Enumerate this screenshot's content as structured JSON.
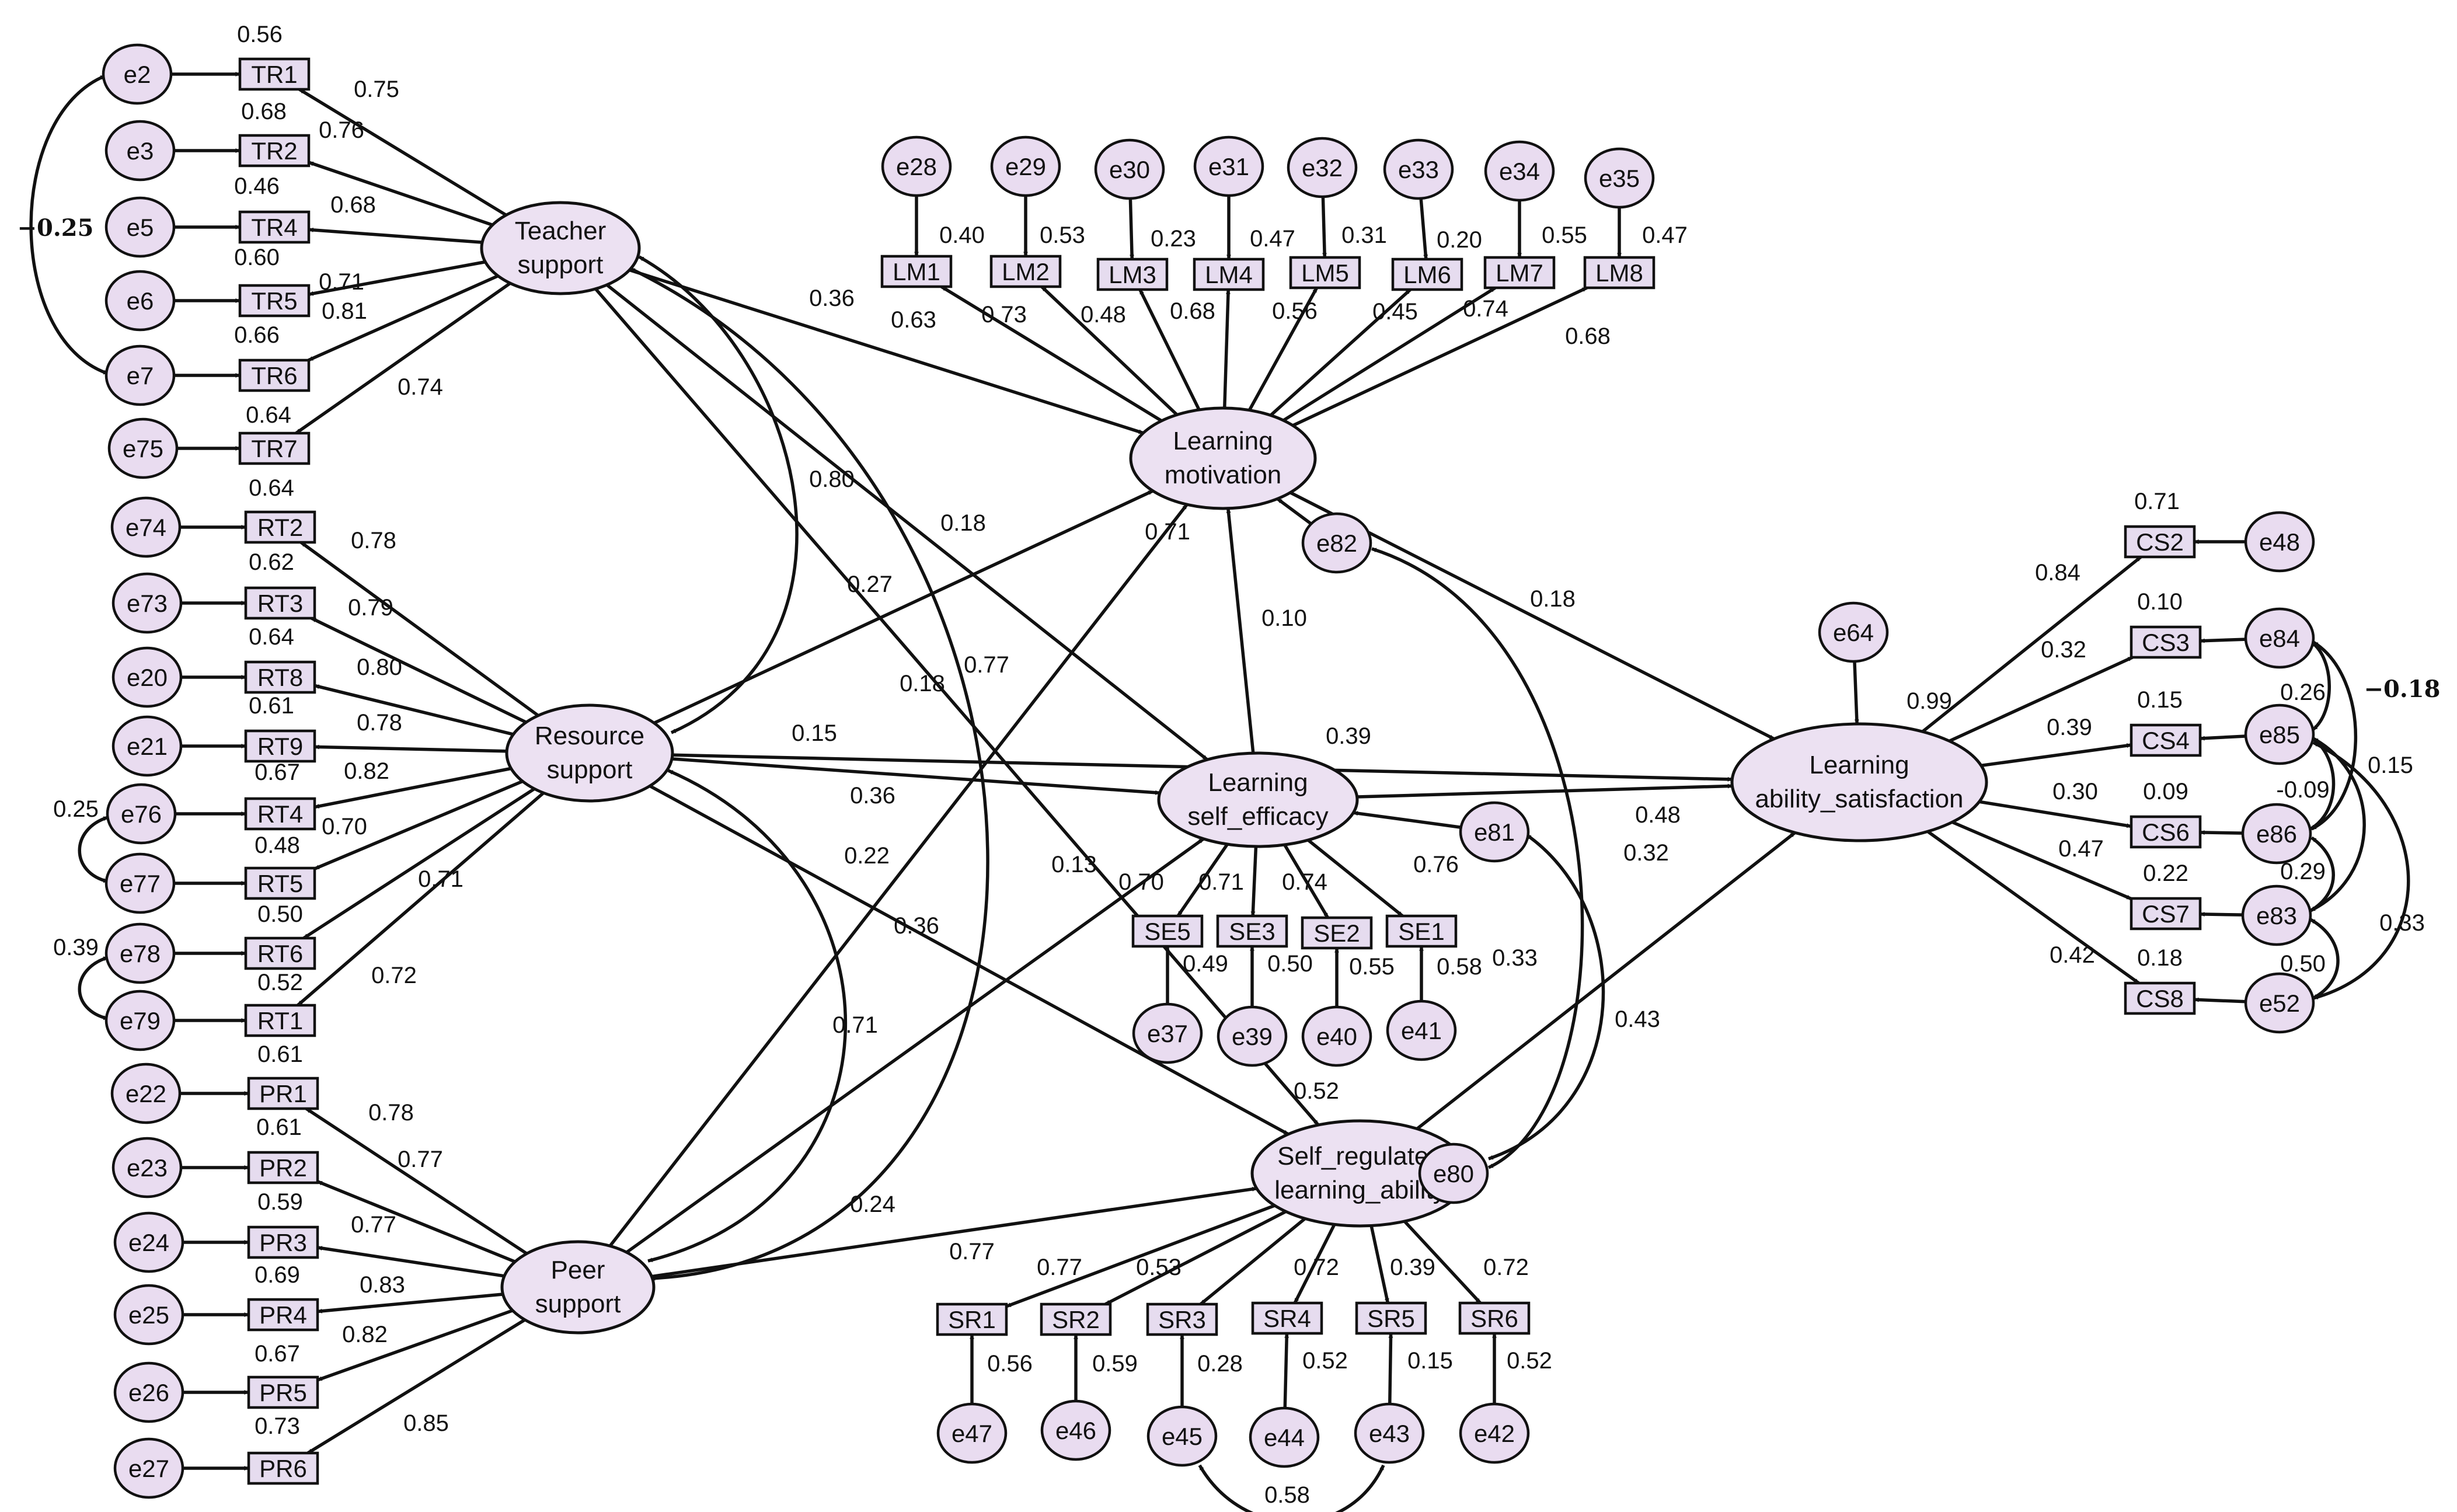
{
  "latents": [
    {
      "id": "TS",
      "name": "Teacher support",
      "lines": [
        "Teacher",
        "support"
      ]
    },
    {
      "id": "RS",
      "name": "Resource support",
      "lines": [
        "Resource",
        "support"
      ]
    },
    {
      "id": "PS",
      "name": "Peer support",
      "lines": [
        "Peer",
        "support"
      ]
    },
    {
      "id": "LM",
      "name": "Learning motivation",
      "lines": [
        "Learning",
        "motivation"
      ]
    },
    {
      "id": "SE",
      "name": "Learning self efficacy",
      "lines": [
        "Learning",
        "self_efficacy"
      ]
    },
    {
      "id": "SR",
      "name": "Self regulated learning ability",
      "lines": [
        "Self_regulated",
        "learning_ability"
      ]
    },
    {
      "id": "LS",
      "name": "Learning ability satisfaction",
      "lines": [
        "Learning",
        "ability_satisfaction"
      ]
    }
  ],
  "observed": [
    {
      "id": "TR1",
      "r2": "0.56",
      "loading": "0.75",
      "error": "e2"
    },
    {
      "id": "TR2",
      "r2": "0.68",
      "loading": "0.76",
      "error": "e3"
    },
    {
      "id": "TR4",
      "r2": "0.46",
      "loading": "0.68",
      "error": "e5"
    },
    {
      "id": "TR5",
      "r2": "0.60",
      "loading": "0.71",
      "error": "e6"
    },
    {
      "id": "TR6",
      "r2": "0.66",
      "loading": "0.81",
      "error": "e7"
    },
    {
      "id": "TR7",
      "r2": "0.64",
      "loading": "0.74",
      "error": "e75"
    },
    {
      "id": "RT2",
      "r2": "0.64",
      "loading": "0.78",
      "error": "e74"
    },
    {
      "id": "RT3",
      "r2": "0.62",
      "loading": "0.79",
      "error": "e73"
    },
    {
      "id": "RT8",
      "r2": "0.64",
      "loading": "0.80",
      "error": "e20"
    },
    {
      "id": "RT9",
      "r2": "0.61",
      "loading": "0.78",
      "error": "e21"
    },
    {
      "id": "RT4",
      "r2": "0.67",
      "loading": "0.82",
      "error": "e76"
    },
    {
      "id": "RT5",
      "r2": "0.48",
      "loading": "0.70",
      "error": "e77"
    },
    {
      "id": "RT6",
      "r2": "0.50",
      "loading": "0.71",
      "error": "e78"
    },
    {
      "id": "RT1",
      "r2": "0.52",
      "loading": "0.72",
      "error": "e79"
    },
    {
      "id": "PR1",
      "r2": "0.61",
      "loading": "0.78",
      "error": "e22"
    },
    {
      "id": "PR2",
      "r2": "0.61",
      "loading": "0.77",
      "error": "e23"
    },
    {
      "id": "PR3",
      "r2": "0.59",
      "loading": "0.77",
      "error": "e24"
    },
    {
      "id": "PR4",
      "r2": "0.69",
      "loading": "0.83",
      "error": "e25"
    },
    {
      "id": "PR5",
      "r2": "0.67",
      "loading": "0.82",
      "error": "e26"
    },
    {
      "id": "PR6",
      "r2": "0.73",
      "loading": "0.85",
      "error": "e27"
    },
    {
      "id": "LM1",
      "r2": "0.40",
      "loading": "0.63",
      "error": "e28"
    },
    {
      "id": "LM2",
      "r2": "0.53",
      "loading": "0.73",
      "error": "e29"
    },
    {
      "id": "LM3",
      "r2": "0.23",
      "loading": "0.48",
      "error": "e30"
    },
    {
      "id": "LM4",
      "r2": "0.47",
      "loading": "0.68",
      "error": "e31"
    },
    {
      "id": "LM5",
      "r2": "0.31",
      "loading": "0.56",
      "error": "e32"
    },
    {
      "id": "LM6",
      "r2": "0.20",
      "loading": "0.45",
      "error": "e33"
    },
    {
      "id": "LM7",
      "r2": "0.55",
      "loading": "0.74",
      "error": "e34"
    },
    {
      "id": "LM8",
      "r2": "0.47",
      "loading": "0.68",
      "error": "e35"
    },
    {
      "id": "SE5",
      "r2": "0.49",
      "loading": "0.70",
      "error": "e37"
    },
    {
      "id": "SE3",
      "r2": "0.50",
      "loading": "0.71",
      "error": "e39"
    },
    {
      "id": "SE2",
      "r2": "0.55",
      "loading": "0.74",
      "error": "e40"
    },
    {
      "id": "SE1",
      "r2": "0.58",
      "loading": "0.76",
      "error": "e41"
    },
    {
      "id": "SR1",
      "r2": "0.56",
      "loading": "0.77",
      "error": "e47"
    },
    {
      "id": "SR2",
      "r2": "0.59",
      "loading": "0.77",
      "error": "e46"
    },
    {
      "id": "SR3",
      "r2": "0.28",
      "loading": "0.53",
      "error": "e45"
    },
    {
      "id": "SR4",
      "r2": "0.52",
      "loading": "0.72",
      "error": "e44"
    },
    {
      "id": "SR5",
      "r2": "0.15",
      "loading": "0.39",
      "error": "e43"
    },
    {
      "id": "SR6",
      "r2": "0.52",
      "loading": "0.72",
      "error": "e42"
    },
    {
      "id": "CS2",
      "r2": "0.71",
      "loading": "0.84",
      "error": "e48"
    },
    {
      "id": "CS3",
      "r2": "0.10",
      "loading": "0.32",
      "error": "e84"
    },
    {
      "id": "CS4",
      "r2": "0.15",
      "loading": "0.39",
      "error": "e85"
    },
    {
      "id": "CS6",
      "r2": "0.09",
      "loading": "0.30",
      "error": "e86"
    },
    {
      "id": "CS7",
      "r2": "0.22",
      "loading": "0.47",
      "error": "e83"
    },
    {
      "id": "CS8",
      "r2": "0.18",
      "loading": "0.42",
      "error": "e52"
    }
  ],
  "disturbances": [
    {
      "id": "e82",
      "latent": "LM",
      "r2": "0.71"
    },
    {
      "id": "e81",
      "latent": "SE",
      "r2": "0.39"
    },
    {
      "id": "e80",
      "latent": "SR",
      "r2": "0.52"
    },
    {
      "id": "e64",
      "latent": "LS",
      "r2": "0.99"
    }
  ],
  "paths": [
    {
      "from": "TS",
      "to": "LM",
      "estimate": "0.36"
    },
    {
      "from": "TS",
      "to": "SE",
      "estimate": "0.18"
    },
    {
      "from": "TS",
      "to": "SR",
      "estimate": "0.18"
    },
    {
      "from": "RS",
      "to": "LM",
      "estimate": "0.27"
    },
    {
      "from": "RS",
      "to": "SE",
      "estimate": "0.36"
    },
    {
      "from": "RS",
      "to": "SR",
      "estimate": "0.36"
    },
    {
      "from": "RS",
      "to": "LS",
      "estimate": "0.15"
    },
    {
      "from": "PS",
      "to": "LM",
      "estimate": "0.22"
    },
    {
      "from": "PS",
      "to": "SE",
      "estimate": "0.13"
    },
    {
      "from": "PS",
      "to": "SR",
      "estimate": "0.24"
    },
    {
      "from": "SE",
      "to": "LM",
      "estimate": "0.10"
    },
    {
      "from": "LM",
      "to": "LS",
      "estimate": "0.18"
    },
    {
      "from": "SE",
      "to": "LS",
      "estimate": "0.48"
    },
    {
      "from": "SR",
      "to": "LS",
      "estimate": "0.32"
    }
  ],
  "covariances": [
    {
      "a": "TS",
      "b": "RS",
      "estimate": "0.80"
    },
    {
      "a": "TS",
      "b": "PS",
      "estimate": "0.77"
    },
    {
      "a": "RS",
      "b": "PS",
      "estimate": "0.71"
    },
    {
      "a": "e2",
      "b": "e7",
      "estimate": "−0.25"
    },
    {
      "a": "e76",
      "b": "e77",
      "estimate": "0.25"
    },
    {
      "a": "e78",
      "b": "e79",
      "estimate": "0.39"
    },
    {
      "a": "e82",
      "b": "e80",
      "estimate": "0.33"
    },
    {
      "a": "e81",
      "b": "e80",
      "estimate": "0.43"
    },
    {
      "a": "e45",
      "b": "e43",
      "estimate": "0.58"
    },
    {
      "a": "e84",
      "b": "e85",
      "estimate": "0.26"
    },
    {
      "a": "e84",
      "b": "e86",
      "estimate": "−0.18"
    },
    {
      "a": "e85",
      "b": "e86",
      "estimate": "-0.09"
    },
    {
      "a": "e85",
      "b": "e83",
      "estimate": "0.15"
    },
    {
      "a": "e86",
      "b": "e83",
      "estimate": "0.29"
    },
    {
      "a": "e85",
      "b": "e52",
      "estimate": "0.33"
    },
    {
      "a": "e83",
      "b": "e52",
      "estimate": "0.50"
    }
  ]
}
